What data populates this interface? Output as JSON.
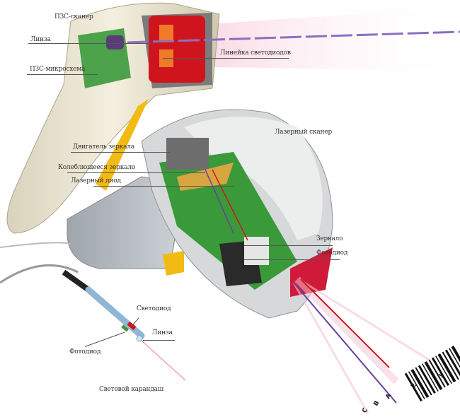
{
  "ccd_scanner": {
    "title": "ПЗС-сканер",
    "lens": "Линза",
    "ccd_chip": "ПЗС-микросхема",
    "led_array": "Линейка светодиодов"
  },
  "laser_scanner": {
    "title": "Лазерный сканер",
    "mirror_motor": "Двигатель зеркала",
    "oscillating_mirror": "Колеблющееся зеркало",
    "laser_diode": "Лазерный диод",
    "mirror": "Зеркало",
    "photodiode": "Фотодиод"
  },
  "light_pen": {
    "title": "Световой карандаш",
    "led": "Светодиод",
    "lens": "Линза",
    "photodiode": "Фотодиод"
  },
  "barcode_chars": [
    "1",
    "2",
    "A",
    "B",
    "C"
  ],
  "colors": {
    "laser": "#d0141e",
    "return_beam": "#6a3fa0",
    "pcb": "#3a9a3a",
    "body_cream": "#efe9d6",
    "body_grey": "#b7bcc2",
    "trigger": "#f2bb14"
  }
}
